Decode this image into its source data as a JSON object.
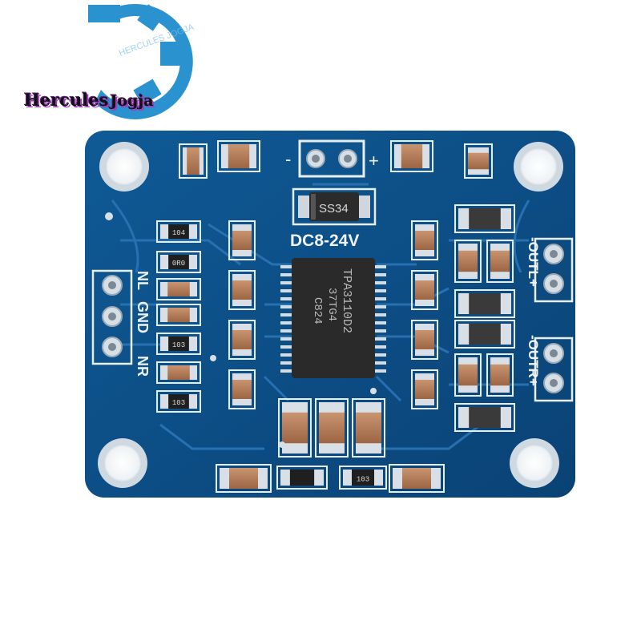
{
  "brand": {
    "name": "Hercules",
    "suffix": "Jogja",
    "watermark": "HERCULES JOGJA"
  },
  "board": {
    "chip_label_line1": "TPA3110D2",
    "chip_label_line2": "37TG4",
    "chip_label_line3": "C824",
    "diode_label": "SS34",
    "power_label": "DC8-24V",
    "power_minus": "-",
    "power_plus": "+",
    "input_labels": [
      "NL",
      "GND",
      "NR"
    ],
    "out_left_label": "-OUTL+",
    "out_right_label": "-OUTR+",
    "resistor_codes": [
      "104",
      "0R0",
      "103",
      "103"
    ]
  },
  "colors": {
    "pcb": "#0d4f86",
    "pcb_dark": "#0a3e6c",
    "trace": "#2e7cc0",
    "pad": "#e8eef4",
    "cap_body": "#b47a55",
    "chip_body": "#2a2a2a"
  }
}
